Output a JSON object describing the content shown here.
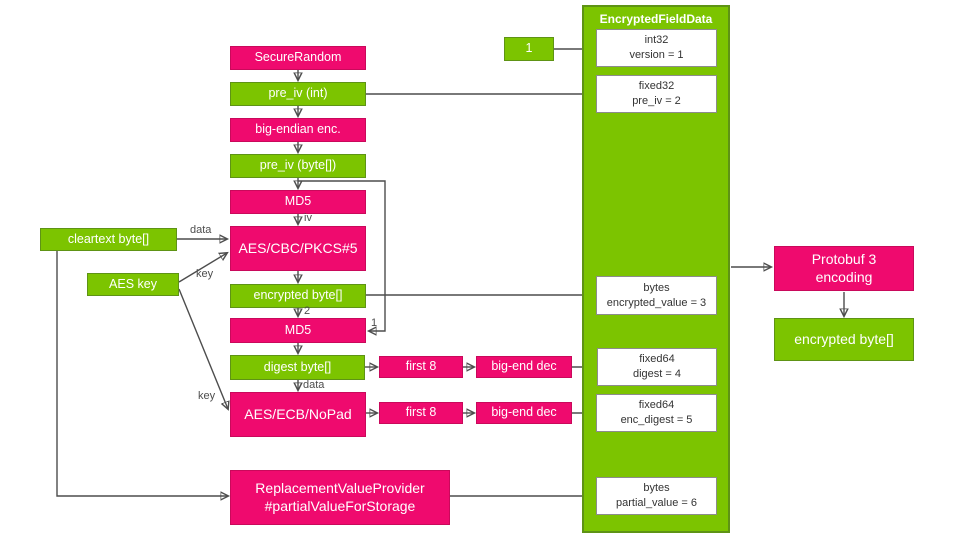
{
  "colors": {
    "pink": "#EF0A6E",
    "pink_border": "#C9095B",
    "green": "#7CC400",
    "green_border": "#5E9315",
    "line": "#4D4D4D",
    "field_border": "#8C8C8C",
    "text_on_color": "#FFFFFF",
    "field_text": "#333333",
    "background": "#FFFFFF"
  },
  "container": {
    "title": "EncryptedFieldData"
  },
  "nodes": {
    "secure_random": "SecureRandom",
    "pre_iv_int": "pre_iv (int)",
    "big_endian_enc": "big-endian enc.",
    "pre_iv_bytes": "pre_iv (byte[])",
    "md5_a": "MD5",
    "aes_cbc": "AES/CBC/PKCS#5",
    "cleartext": "cleartext byte[]",
    "aes_key": "AES key",
    "encrypted_bytes": "encrypted byte[]",
    "md5_b": "MD5",
    "digest_bytes": "digest byte[]",
    "aes_ecb": "AES/ECB/NoPad",
    "first8_digest": "first 8",
    "bigend_digest": "big-end dec",
    "first8_enc": "first 8",
    "bigend_enc": "big-end dec",
    "one_const": "1",
    "protobuf": "Protobuf 3\nencoding",
    "out_encrypted": "encrypted byte[]",
    "replacement": "ReplacementValueProvider\n#partialValueForStorage"
  },
  "fields": [
    {
      "type": "int32",
      "assign": "version = 1"
    },
    {
      "type": "fixed32",
      "assign": "pre_iv = 2"
    },
    {
      "type": "bytes",
      "assign": "encrypted_value = 3"
    },
    {
      "type": "fixed64",
      "assign": "digest = 4"
    },
    {
      "type": "fixed64",
      "assign": "enc_digest = 5"
    },
    {
      "type": "bytes",
      "assign": "partial_value = 6"
    }
  ],
  "edge_labels": {
    "data_cleartext": "data",
    "key_cbc": "key",
    "iv": "iv",
    "order_2": "2",
    "order_1": "1",
    "data_digest": "data",
    "key_ecb": "key"
  }
}
